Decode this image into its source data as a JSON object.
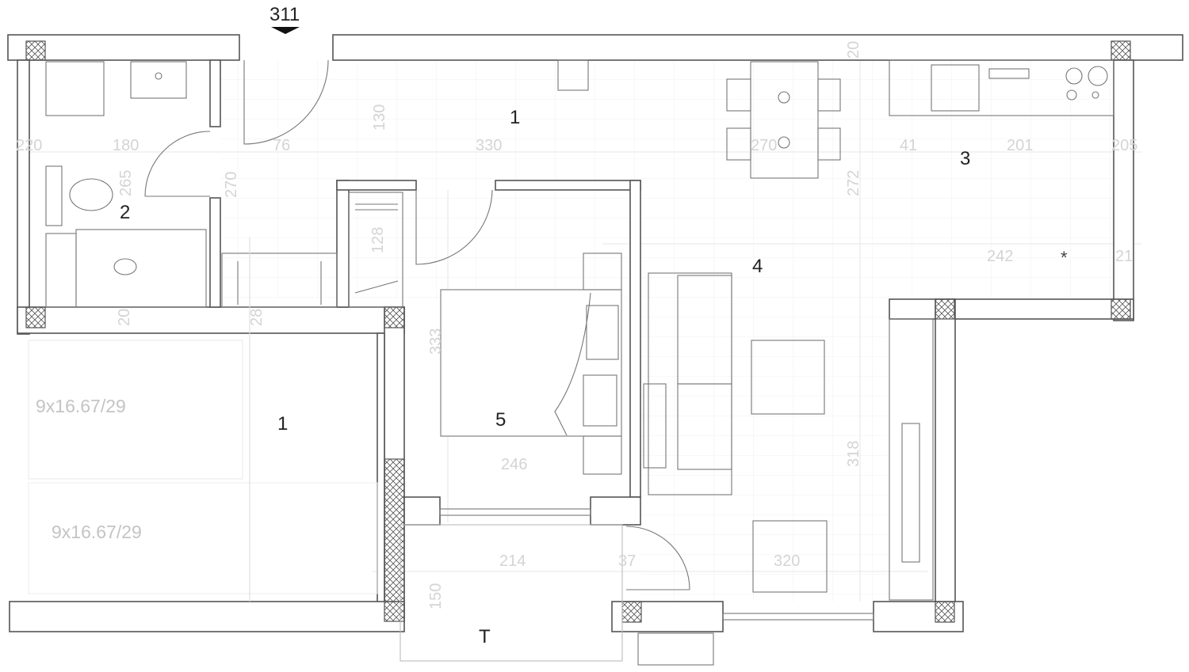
{
  "entrance": {
    "label": "311"
  },
  "rooms": [
    {
      "id": "entry-hall",
      "number": "1"
    },
    {
      "id": "bathroom",
      "number": "2"
    },
    {
      "id": "kitchen",
      "number": "3"
    },
    {
      "id": "living-room",
      "number": "4"
    },
    {
      "id": "bedroom",
      "number": "5"
    },
    {
      "id": "stair-hall",
      "number": "1"
    },
    {
      "id": "terrace",
      "number": "T"
    }
  ],
  "stairs": [
    {
      "label": "9x16.67/29"
    },
    {
      "label": "9x16.67/29"
    }
  ],
  "dimensions": {
    "d220": "220",
    "d180": "180",
    "d76": "76",
    "d330": "330",
    "d130": "130",
    "d270a": "270",
    "d265": "265",
    "d20a": "20",
    "d28": "28",
    "d128": "128",
    "d270b": "270",
    "d20b": "20",
    "d41": "41",
    "d201": "201",
    "d205": "205",
    "d272": "272",
    "d242": "242",
    "d21": "21",
    "d333": "333",
    "d246": "246",
    "d318": "318",
    "d214": "214",
    "d37": "37",
    "d320": "320",
    "d150": "150"
  },
  "marker": "*",
  "colors": {
    "wall": "#555555",
    "furniture": "#777777",
    "dimension": "#d4d4d4"
  }
}
